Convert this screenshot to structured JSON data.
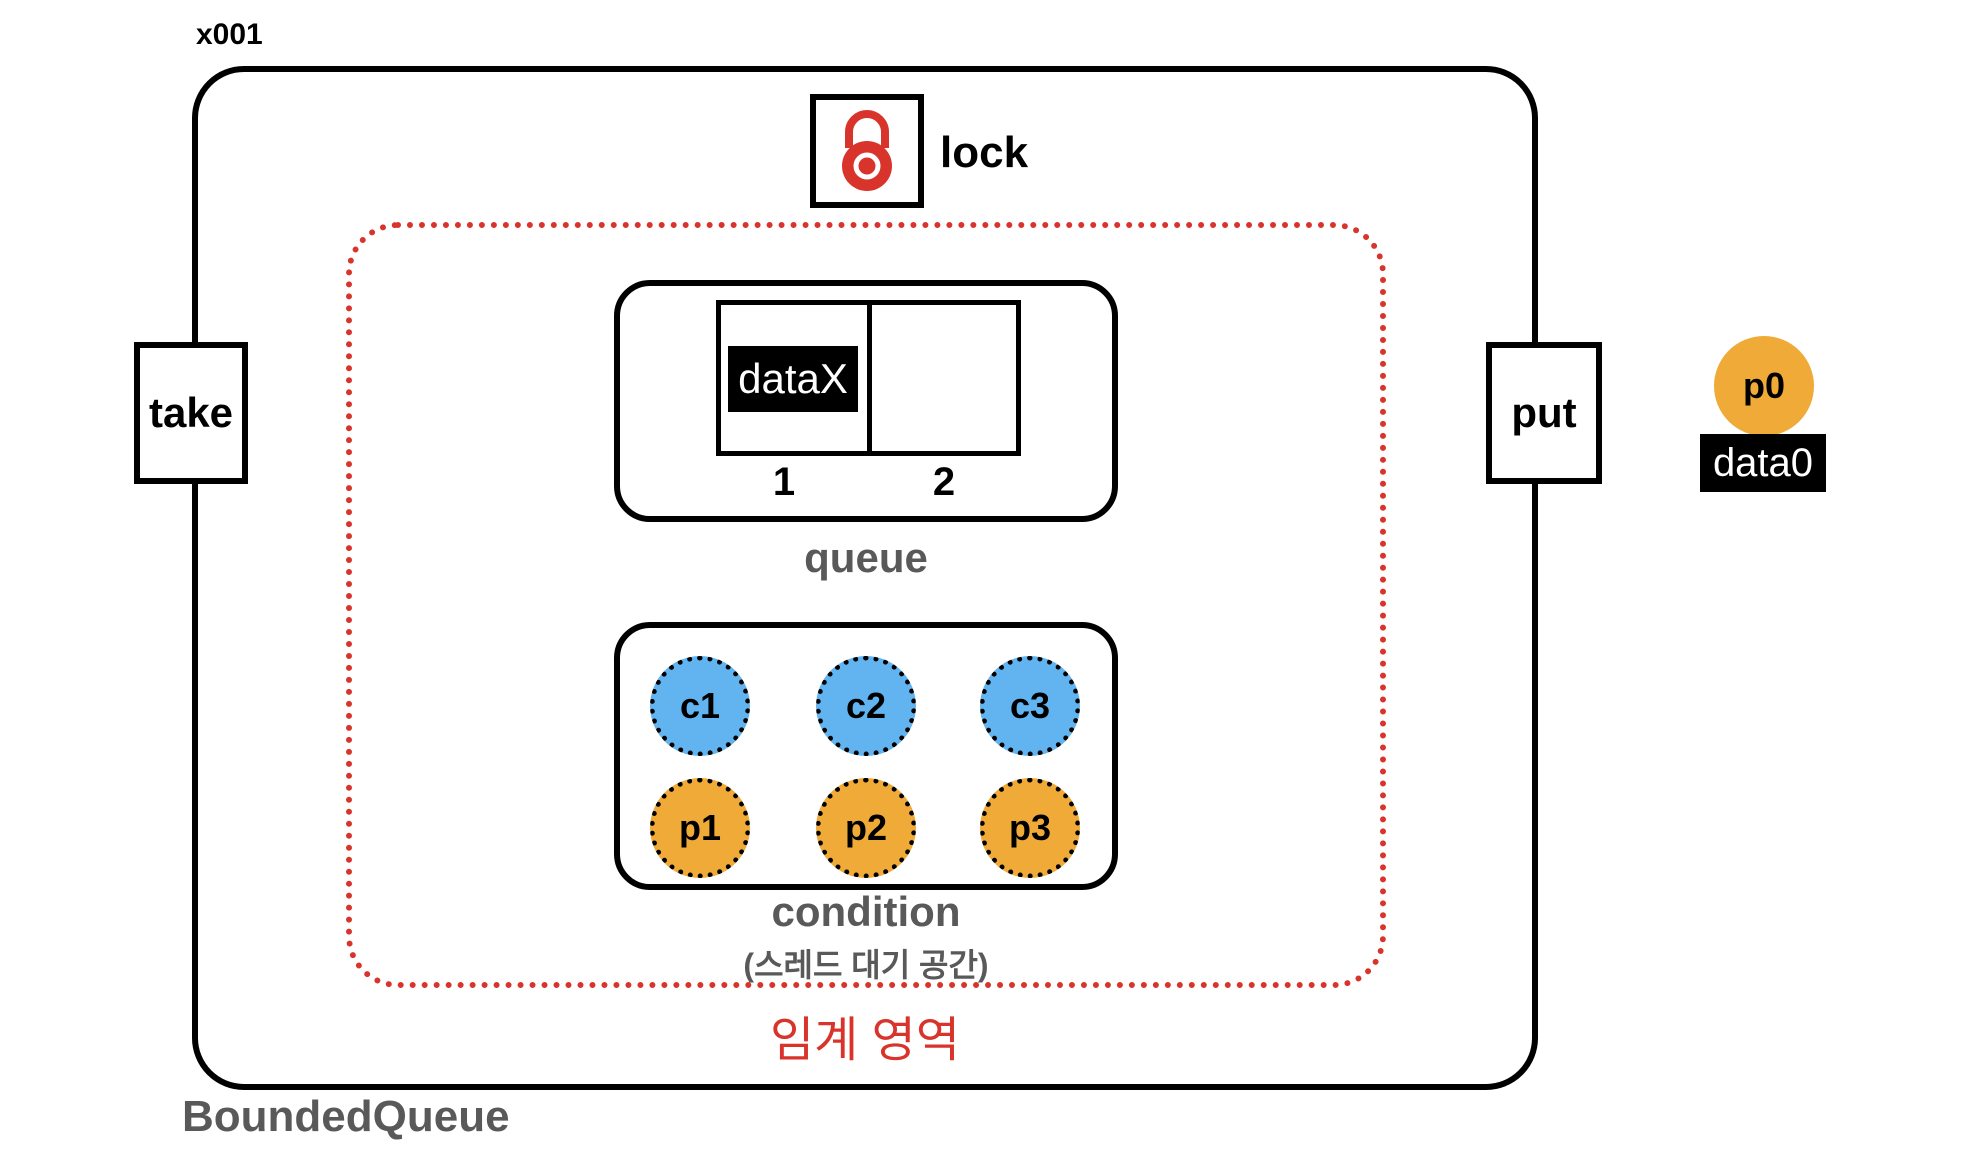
{
  "address": "x001",
  "bounded_queue": {
    "name": "BoundedQueue",
    "take_label": "take",
    "put_label": "put",
    "lock_label": "lock",
    "lock_icon": "padlock-icon",
    "critical_section_label": "임계 영역",
    "queue": {
      "label": "queue",
      "slots": [
        {
          "index": "1",
          "content": "dataX"
        },
        {
          "index": "2",
          "content": ""
        }
      ]
    },
    "condition": {
      "label": "condition",
      "sublabel": "(스레드 대기 공간)",
      "consumers": [
        "c1",
        "c2",
        "c3"
      ],
      "producers": [
        "p1",
        "p2",
        "p3"
      ]
    }
  },
  "outside_thread": {
    "name": "p0",
    "data": "data0"
  },
  "colors": {
    "consumer": "#62b4f0",
    "producer": "#f0aa37",
    "lock": "#d9342b",
    "critical_section": "#d9342b",
    "label_gray": "#595959"
  }
}
